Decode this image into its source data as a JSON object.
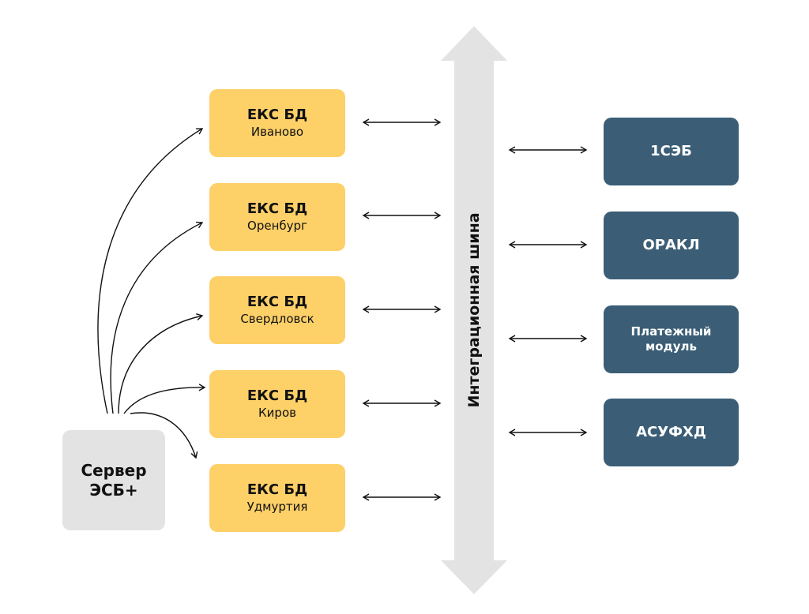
{
  "colors": {
    "yellow_box": "#FDD068",
    "dark_box": "#3B5E76",
    "server_box": "#E3E3E3",
    "bus": "#E3E3E3",
    "line": "#111111"
  },
  "server": {
    "line1": "Сервер",
    "line2": "ЭСБ+"
  },
  "regional_dbs": [
    {
      "title": "ЕКС БД",
      "region": "Иваново"
    },
    {
      "title": "ЕКС БД",
      "region": "Оренбург"
    },
    {
      "title": "ЕКС БД",
      "region": "Свердловск"
    },
    {
      "title": "ЕКС БД",
      "region": "Киров"
    },
    {
      "title": "ЕКС БД",
      "region": "Удмуртия"
    }
  ],
  "bus": {
    "label": "Интеграционная шина",
    "icon": "double-headed-vertical-arrow"
  },
  "external_systems": [
    {
      "label": "1СЭБ"
    },
    {
      "label": "ОРАКЛ"
    },
    {
      "label_line1": "Платежный",
      "label_line2": "модуль"
    },
    {
      "label": "АСУФХД"
    }
  ],
  "connectors": {
    "server_to_db": "one-way curved arrows",
    "db_to_bus": "bidirectional arrows",
    "bus_to_systems": "bidirectional arrows"
  }
}
